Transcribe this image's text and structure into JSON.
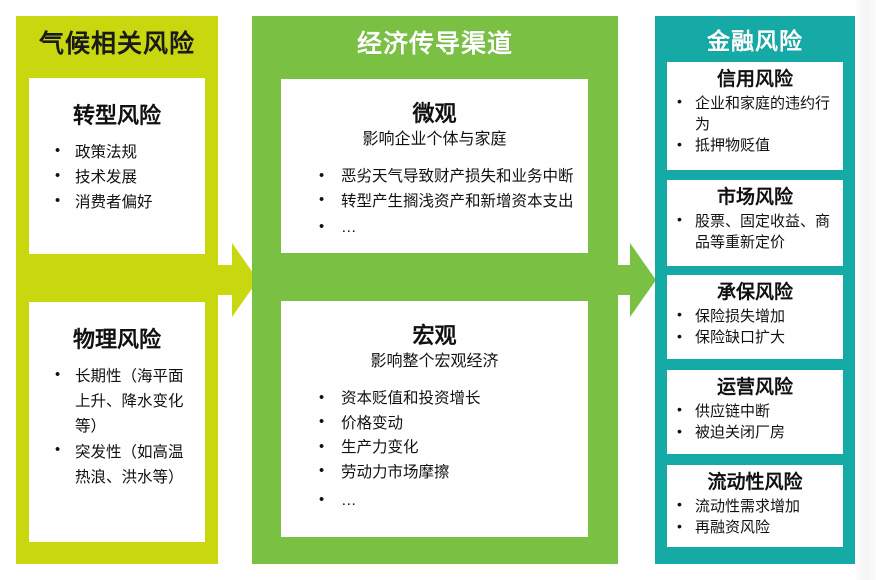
{
  "columns": [
    {
      "id": "climate",
      "header": "气候相关风险",
      "color": "#c9d70e",
      "cards": [
        {
          "title": "转型风险",
          "bullets": [
            "政策法规",
            "技术发展",
            "消费者偏好"
          ]
        },
        {
          "title": "物理风险",
          "bullets": [
            "长期性（海平面上升、降水变化等）",
            "突发性（如高温热浪、洪水等）"
          ]
        }
      ]
    },
    {
      "id": "channel",
      "header": "经济传导渠道",
      "color": "#7ac143",
      "cards": [
        {
          "title": "微观",
          "subtitle": "影响企业个体与家庭",
          "bullets": [
            "恶劣天气导致财产损失和业务中断",
            "转型产生搁浅资产和新增资本支出",
            "…"
          ]
        },
        {
          "title": "宏观",
          "subtitle": "影响整个宏观经济",
          "bullets": [
            "资本贬值和投资增长",
            "价格变动",
            "生产力变化",
            "劳动力市场摩擦",
            "…"
          ]
        }
      ]
    },
    {
      "id": "financial",
      "header": "金融风险",
      "color": "#16aaa6",
      "cards": [
        {
          "title": "信用风险",
          "bullets": [
            "企业和家庭的违约行为",
            "抵押物贬值"
          ]
        },
        {
          "title": "市场风险",
          "bullets": [
            "股票、固定收益、商品等重新定价"
          ]
        },
        {
          "title": "承保风险",
          "bullets": [
            "保险损失增加",
            "保险缺口扩大"
          ]
        },
        {
          "title": "运营风险",
          "bullets": [
            "供应链中断",
            "被迫关闭厂房"
          ]
        },
        {
          "title": "流动性风险",
          "bullets": [
            "流动性需求增加",
            "再融资风险"
          ]
        }
      ]
    }
  ],
  "arrows": [
    {
      "name": "arrow-climate-to-channel",
      "color": "#c9d70e"
    },
    {
      "name": "arrow-channel-to-financial",
      "color": "#7ac143"
    }
  ]
}
